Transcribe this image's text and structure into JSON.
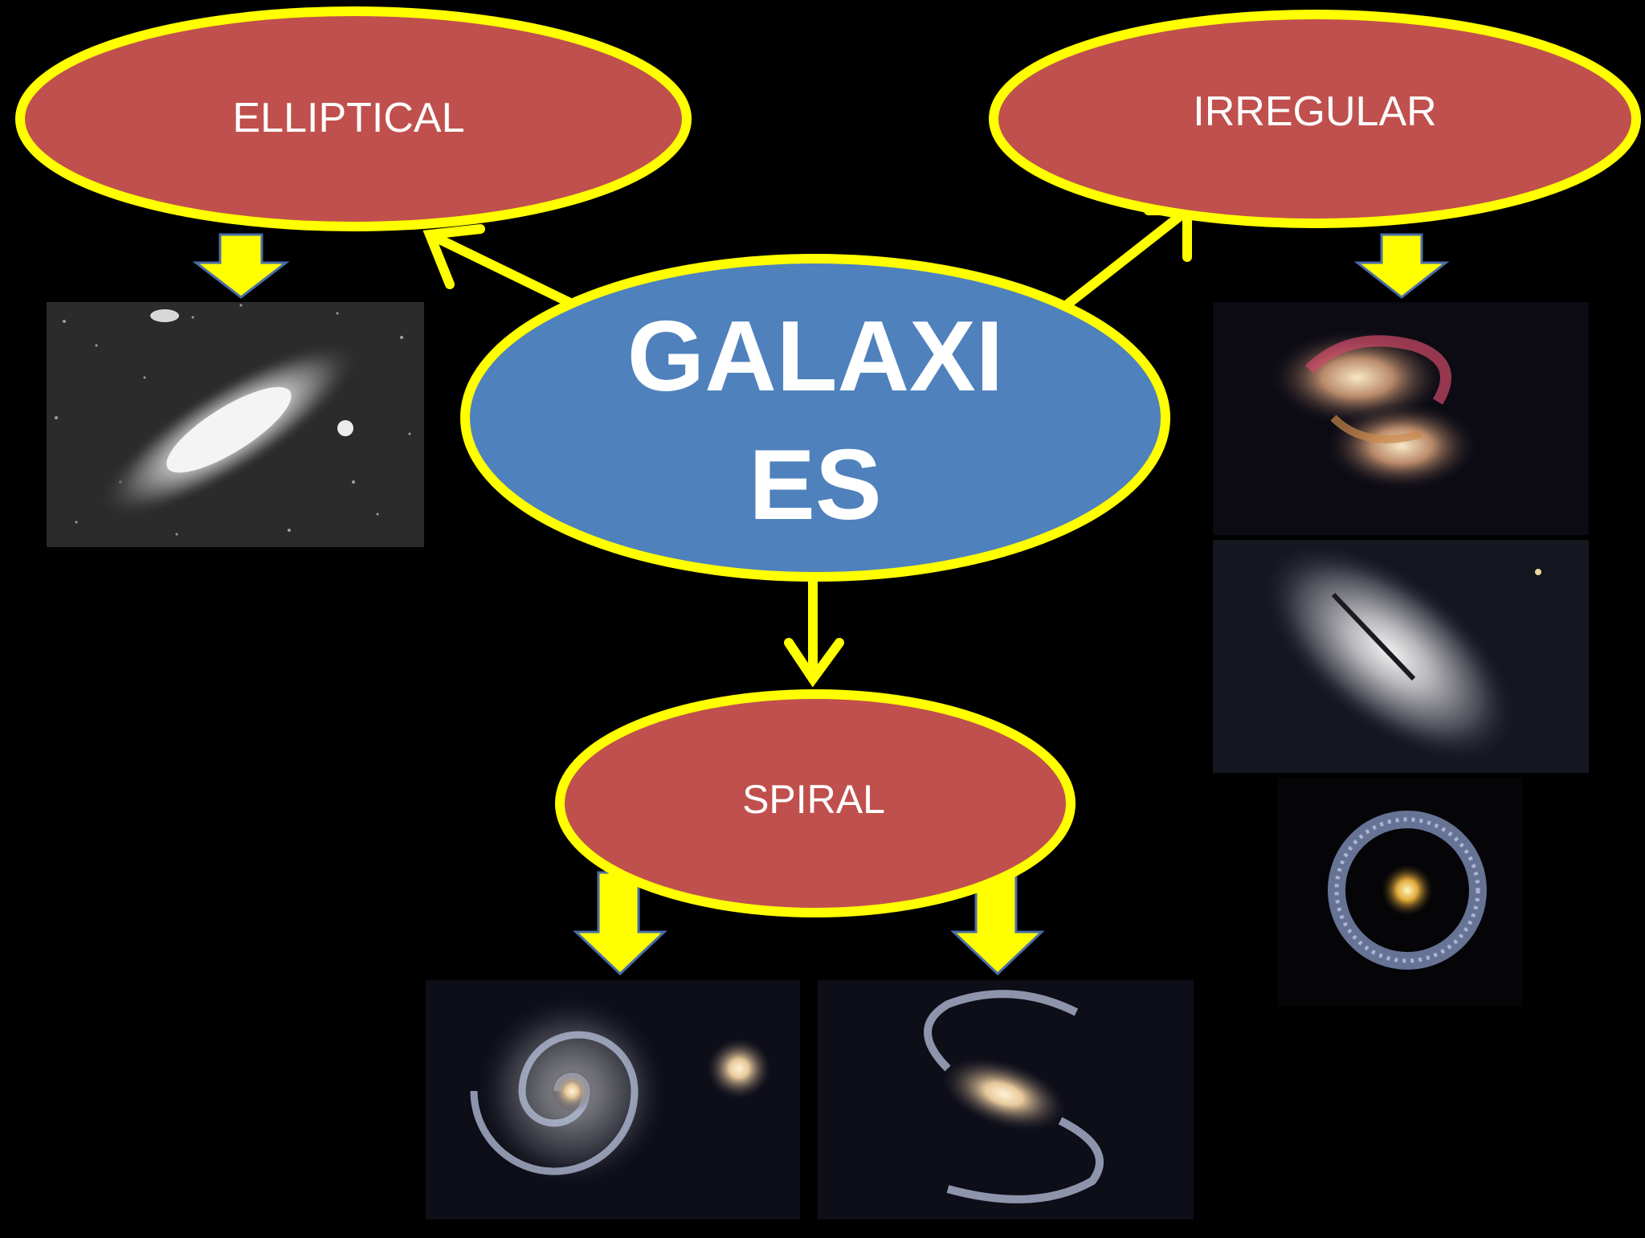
{
  "diagram": {
    "center": {
      "line1": "GALAXI",
      "line2": "ES"
    },
    "nodes": {
      "elliptical": "ELLIPTICAL",
      "irregular": "IRREGULAR",
      "spiral": "SPIRAL"
    },
    "colors": {
      "background": "#000000",
      "center_fill": "#4f81bd",
      "node_fill": "#c0504d",
      "outline": "#ffff00",
      "text": "#ffffff"
    }
  }
}
